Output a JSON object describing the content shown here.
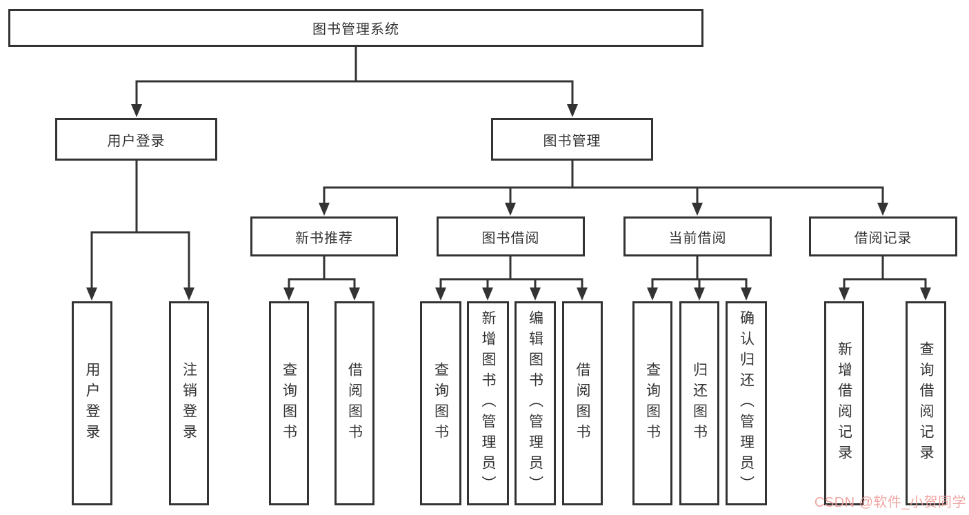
{
  "page": {
    "background": "#ffffff",
    "line_color": "#333333",
    "text_color": "#333333"
  },
  "tree": {
    "root": {
      "label": "图书管理系统",
      "children": [
        {
          "label": "用户登录",
          "children": [
            {
              "label": "用户登录"
            },
            {
              "label": "注销登录"
            }
          ]
        },
        {
          "label": "图书管理",
          "children": [
            {
              "label": "新书推荐",
              "children": [
                {
                  "label": "查询图书"
                },
                {
                  "label": "借阅图书"
                }
              ]
            },
            {
              "label": "图书借阅",
              "children": [
                {
                  "label": "查询图书"
                },
                {
                  "label": "新增图书（管理员）"
                },
                {
                  "label": "编辑图书（管理员）"
                },
                {
                  "label": "借阅图书"
                }
              ]
            },
            {
              "label": "当前借阅",
              "children": [
                {
                  "label": "查询图书"
                },
                {
                  "label": "归还图书"
                },
                {
                  "label": "确认归还（管理员）"
                }
              ]
            },
            {
              "label": "借阅记录",
              "children": [
                {
                  "label": "新增借阅记录"
                },
                {
                  "label": "查询借阅记录"
                }
              ]
            }
          ]
        }
      ]
    }
  },
  "watermark": {
    "text": "CSDN @软件_小贺同学",
    "color": "#EF9E9A"
  }
}
